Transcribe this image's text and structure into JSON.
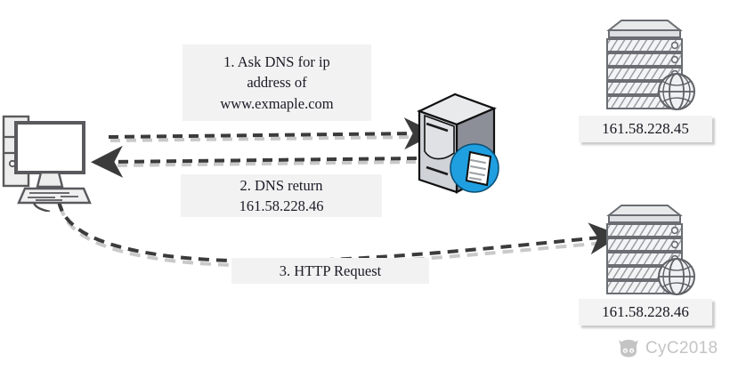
{
  "diagram": {
    "title": "DNS resolution and HTTP request flow",
    "background_color": "#ffffff",
    "callout_bg": "#f2f2f2",
    "arrow_color": "#3b3b3b",
    "arrow_shadow_color": "#c9c9c9",
    "accent_blue": "#1f9fe0"
  },
  "labels": {
    "ask_dns": "1. Ask DNS for ip\naddress of\nwww.exmaple.com",
    "dns_return": "2. DNS return\n161.58.228.46",
    "http_request": "3. HTTP Request"
  },
  "nodes": {
    "client": {
      "name": "client-computer",
      "kind": "desktop-computer"
    },
    "dns_server": {
      "name": "dns-server",
      "kind": "tower-server-with-globe-document-badge"
    },
    "web_server_top": {
      "name": "web-server-top",
      "kind": "rack-server-with-globe",
      "ip": "161.58.228.45"
    },
    "web_server_bottom": {
      "name": "web-server-bottom",
      "kind": "rack-server-with-globe",
      "ip": "161.58.228.46"
    }
  },
  "ip_labels": {
    "top": "161.58.228.45",
    "bottom": "161.58.228.46"
  },
  "arrows": [
    {
      "id": "arrow-query",
      "from": "client",
      "to": "dns_server",
      "style": "dashed",
      "direction": "right"
    },
    {
      "id": "arrow-response",
      "from": "dns_server",
      "to": "client",
      "style": "dashed",
      "direction": "left"
    },
    {
      "id": "arrow-http",
      "from": "client",
      "to": "web_server_bottom",
      "style": "dashed-curved",
      "direction": "right"
    }
  ],
  "watermark": {
    "text": "CyC2018",
    "icon": "octocat-icon",
    "color": "#c4c4c4"
  }
}
